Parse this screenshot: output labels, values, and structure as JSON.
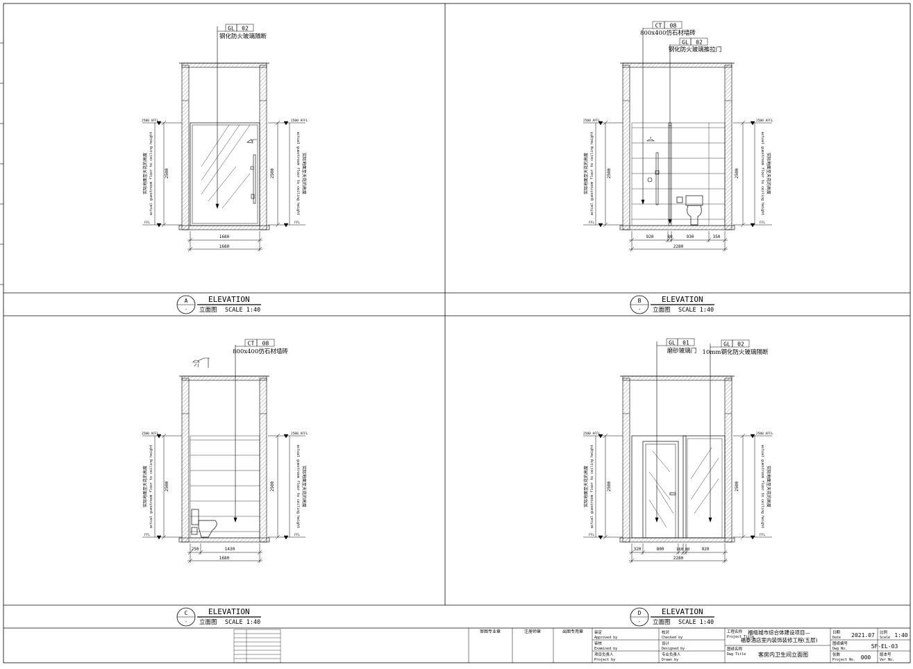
{
  "elevations": [
    {
      "id": "A",
      "tags": [
        {
          "code": "GL",
          "num": "02",
          "desc": "钢化防火玻璃隔断"
        }
      ],
      "height_top": "2500 AFFL",
      "height_bottom": "FFL",
      "height_dim": "2500",
      "height_note_cn": "实际地面至天花的高度",
      "height_note_en": "actual guestroom floor to ceiling height",
      "dims_row1": [
        "1680"
      ],
      "dims_total": "1680",
      "title": "ELEVATION",
      "subtitle": "立面图",
      "scale": "SCALE 1:40",
      "marker_sub": "-"
    },
    {
      "id": "B",
      "tags": [
        {
          "code": "CT",
          "num": "08",
          "desc": "800x400仿石材墙砖"
        },
        {
          "code": "GL",
          "num": "02",
          "desc": "钢化防火玻璃推拉门"
        }
      ],
      "height_top": "2500 AFFL",
      "height_bottom": "FFL",
      "height_dim": "2500",
      "height_note_cn": "实际地面至天花的高度",
      "height_note_en": "actual guestroom floor to ceiling height",
      "dims_row1": [
        "920",
        "80",
        "930",
        "350"
      ],
      "dims_total": "2280",
      "title": "ELEVATION",
      "subtitle": "立面图",
      "scale": "SCALE 1:40",
      "marker_sub": "-"
    },
    {
      "id": "C",
      "tags": [
        {
          "code": "CT",
          "num": "08",
          "desc": "800x400仿石材墙砖"
        }
      ],
      "height_top": "2500 AFFL",
      "height_bottom": "FFL",
      "height_dim": "2500",
      "height_note_cn": "实际地面至天花的高度",
      "height_note_en": "actual guestroom floor to ceiling height",
      "dims_row1": [
        "250",
        "1430"
      ],
      "dims_total": "1680",
      "title": "ELEVATION",
      "subtitle": "立面图",
      "scale": "SCALE 1:40",
      "marker_sub": "-"
    },
    {
      "id": "D",
      "tags": [
        {
          "code": "GL",
          "num": "01",
          "desc": "磨砂玻璃门"
        },
        {
          "code": "GL",
          "num": "02",
          "desc": "10mm钢化防火玻璃隔断"
        }
      ],
      "height_top": "2500 AFFL",
      "height_bottom": "FFL",
      "height_dim": "2500",
      "height_note_cn": "实际地面至天花的高度",
      "height_note_en": "actual guestroom floor to ceiling height",
      "dims_row1": [
        "320",
        "800",
        "160",
        "80",
        "920"
      ],
      "dims_total": "2280",
      "title": "ELEVATION",
      "subtitle": "立面图",
      "scale": "SCALE 1:40",
      "marker_sub": "-"
    }
  ],
  "stamps": [
    "审图专业章",
    "注册师章",
    "出图专用章"
  ],
  "title_block": {
    "approved_cn": "审定",
    "approved_en": "Approved by",
    "examined_cn": "审核",
    "examined_en": "Examined by",
    "project_leader_cn": "项目负责人",
    "project_leader_en": "Project by",
    "checked_cn": "校对",
    "checked_en": "Checked by",
    "designed_cn": "设计",
    "designed_en": "Designed by",
    "drawn_cn": "专业负责人",
    "drawn_en": "Drawn by",
    "project_title_cn": "工程名称",
    "project_title_en": "Project Title",
    "project_name_1": "福络城市综合体建设项目—",
    "project_name_2": "福泰酒店室内装饰装修工程(五层)",
    "dwg_title_cn": "图纸名称",
    "dwg_title_en": "Dwg Title",
    "dwg_title": "客房内卫生间立面图",
    "date_cn": "日期",
    "date_en": "Date",
    "date": "2021.07",
    "scale_cn": "比例",
    "scale_en": "Scale",
    "scale": "1:40",
    "dwg_no_cn": "图纸编号",
    "dwg_no_en": "Dwg No.",
    "dwg_no": "5F-EL-03",
    "project_no_cn": "张数",
    "project_no_en": "Project No.",
    "project_no": "000",
    "ver_cn": "版本号",
    "ver_en": "Ver No."
  }
}
